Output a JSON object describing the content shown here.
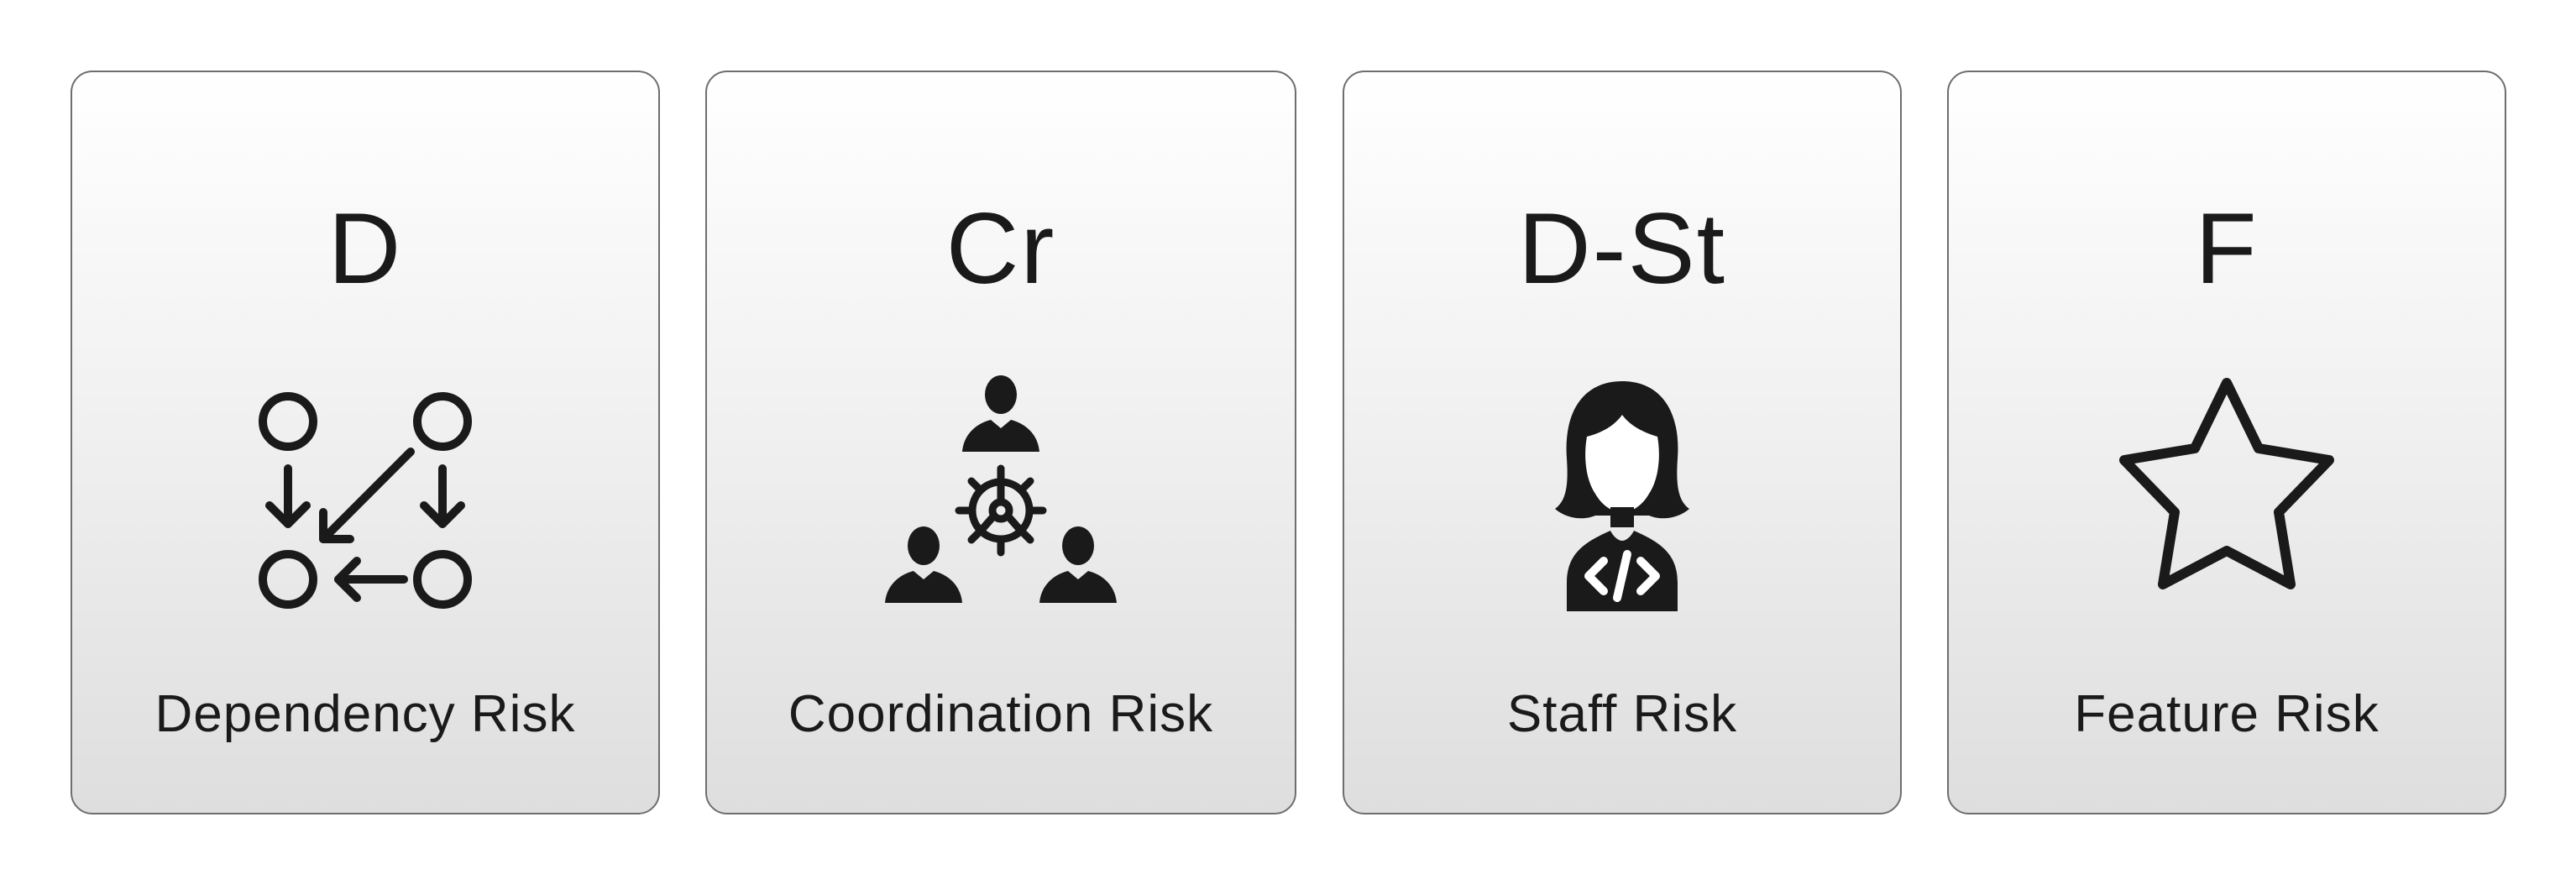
{
  "cards": [
    {
      "abbreviation": "D",
      "label": "Dependency Risk",
      "icon": "dependency-graph-icon"
    },
    {
      "abbreviation": "Cr",
      "label": "Coordination Risk",
      "icon": "team-coordination-icon"
    },
    {
      "abbreviation": "D-St",
      "label": "Staff Risk",
      "icon": "developer-woman-icon"
    },
    {
      "abbreviation": "F",
      "label": "Feature Risk",
      "icon": "star-outline-icon"
    }
  ],
  "colors": {
    "icon": "#1a1a1a",
    "card_border": "#6e6e6e",
    "card_gradient_top": "#ffffff",
    "card_gradient_bottom": "#dedede"
  }
}
